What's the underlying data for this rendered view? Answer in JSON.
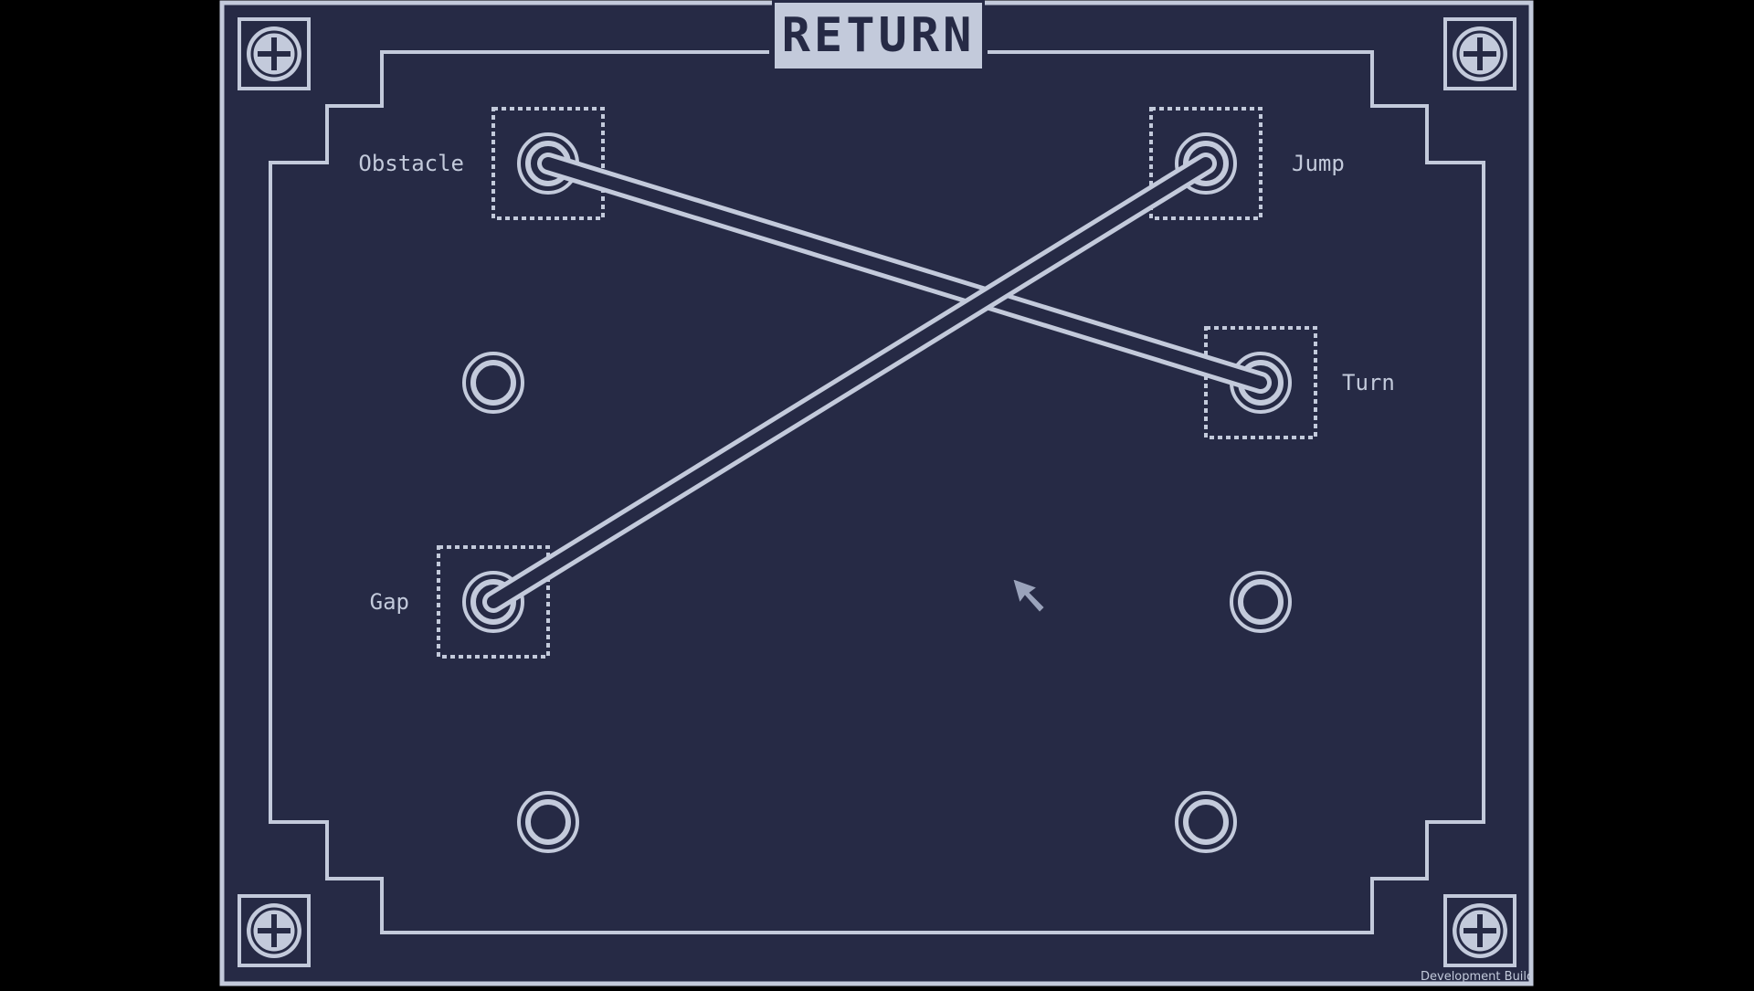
{
  "return_button": {
    "label": "RETURN"
  },
  "colors": {
    "background": "#262a45",
    "line": "#c3cadb",
    "outside": "#000000"
  },
  "sockets": [
    {
      "id": "obstacle",
      "label": "Obstacle",
      "selected": true
    },
    {
      "id": "jump",
      "label": "Jump",
      "selected": true
    },
    {
      "id": "empty-left-mid",
      "label": "",
      "selected": false
    },
    {
      "id": "turn",
      "label": "Turn",
      "selected": true
    },
    {
      "id": "gap",
      "label": "Gap",
      "selected": true
    },
    {
      "id": "empty-right-mid",
      "label": "",
      "selected": false
    },
    {
      "id": "empty-bottom-left",
      "label": "",
      "selected": false
    },
    {
      "id": "empty-bottom-right",
      "label": "",
      "selected": false
    }
  ],
  "cables": [
    {
      "from": "obstacle",
      "to": "turn"
    },
    {
      "from": "jump",
      "to": "gap"
    }
  ],
  "footer": {
    "build_label": "Development Build"
  }
}
